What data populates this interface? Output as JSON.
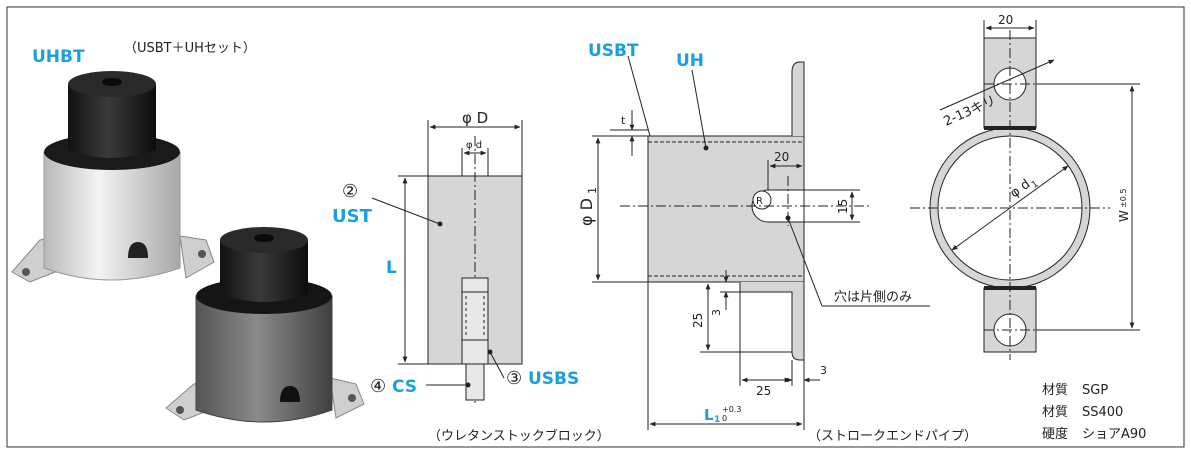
{
  "photo_labels": {
    "uhbt": "UHBT",
    "set_note": "（USBT＋UHセット）"
  },
  "block": {
    "phi_D": "φ D",
    "phi_d": "φ d",
    "num2": "②",
    "ust": "UST",
    "L": "L",
    "num4": "④",
    "cs": "CS",
    "num3": "③",
    "usbs": "USBS",
    "caption": "（ウレタンストックブロック）"
  },
  "pipe": {
    "usbt": "USBT",
    "uh": "UH",
    "t": "t",
    "phi_D1": "φ D",
    "phi_D1_sub": "1",
    "dim_20": "20",
    "dim_15": "15",
    "R": "R",
    "dim_25_vert": "25",
    "dim_3_vert": "3",
    "dim_25_horz": "25",
    "dim_3_horz": "3",
    "L1": "L",
    "L1_sub": "1",
    "L1_tol_upper": "+0.3",
    "L1_tol_lower": "0",
    "hole_note": "穴は片側のみ",
    "caption": "（ストロークエンドパイプ）"
  },
  "ring": {
    "dim_20": "20",
    "holes": "2-13キリ",
    "phi_d1": "φ d",
    "phi_d1_sub": "1",
    "W": "W",
    "W_tol": "±0.5"
  },
  "materials": [
    {
      "key": "材質",
      "value": "SGP"
    },
    {
      "key": "材質",
      "value": "SS400"
    },
    {
      "key": "硬度",
      "value": "ショアA90"
    }
  ],
  "colors": {
    "accent": "#1aa0e0",
    "part_fill": "#d6d6d6",
    "line": "#222222"
  }
}
